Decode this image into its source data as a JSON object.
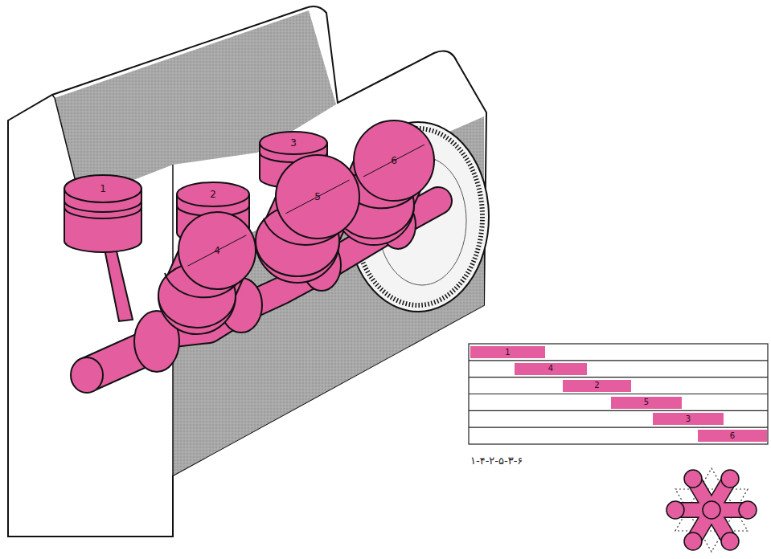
{
  "diagram": {
    "nodes": [
      {
        "text": [
          "1"
        ]
      },
      {
        "text": [
          "2"
        ]
      },
      {
        "text": [
          "3"
        ]
      },
      {
        "text": [
          "4"
        ]
      },
      {
        "text": [
          "5"
        ]
      },
      {
        "text": [
          "6"
        ]
      },
      {
        "text": [
          "1"
        ]
      },
      {
        "text": [
          "4"
        ]
      },
      {
        "text": [
          "2"
        ]
      },
      {
        "text": [
          "5"
        ]
      },
      {
        "text": [
          "3"
        ]
      },
      {
        "text": [
          "6"
        ]
      }
    ],
    "labels": [
      "۱-۴-۲-۵-۳-۶"
    ]
  }
}
